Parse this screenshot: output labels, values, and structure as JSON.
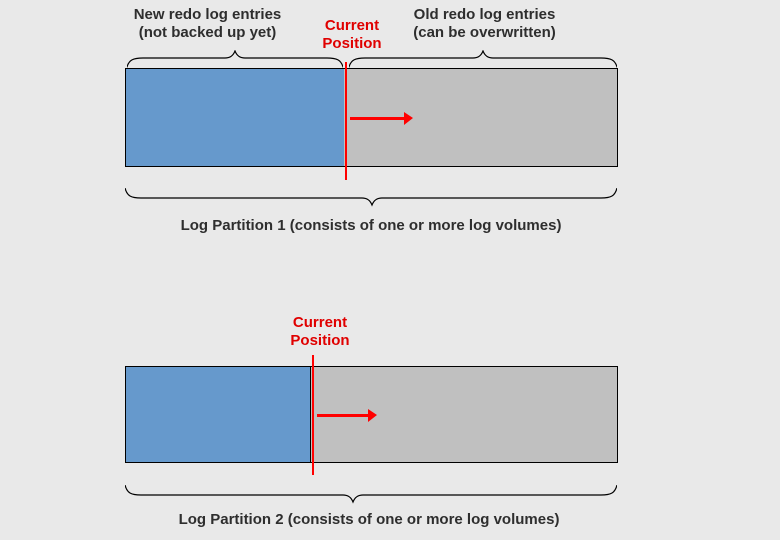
{
  "diagram": {
    "background": "#E9E9E9",
    "colors": {
      "new_entries_fill": "#6699CC",
      "old_entries_fill": "#C0C0C0",
      "marker_red": "#FF0000",
      "label_red": "#E00000",
      "text_color": "#2E2E2E",
      "outline": "#000000"
    },
    "partition1": {
      "new_entries_label": "New redo log entries\n(not backed up yet)",
      "current_position_label": "Current\nPosition",
      "old_entries_label": "Old redo log entries\n(can be overwritten)",
      "caption": "Log Partition 1 (consists of one or more log volumes)"
    },
    "partition2": {
      "current_position_label": "Current\nPosition",
      "caption": "Log Partition 2 (consists of one or more log volumes)"
    }
  }
}
